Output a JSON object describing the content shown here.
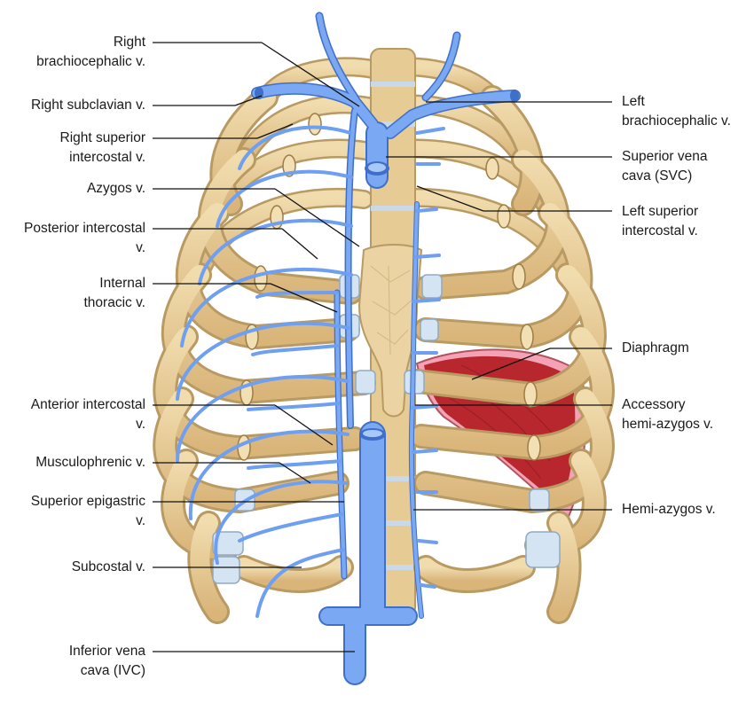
{
  "labels": {
    "right_brachiocephalic": [
      "Right",
      "brachiocephalic v."
    ],
    "right_subclavian": [
      "Right subclavian v."
    ],
    "right_superior_intercostal": [
      "Right superior",
      "intercostal v."
    ],
    "azygos": [
      "Azygos v."
    ],
    "posterior_intercostal": [
      "Posterior intercostal",
      "v."
    ],
    "internal_thoracic": [
      "Internal",
      "thoracic v."
    ],
    "anterior_intercostal": [
      "Anterior intercostal",
      "v."
    ],
    "musculophrenic": [
      "Musculophrenic v."
    ],
    "superior_epigastric": [
      "Superior epigastric",
      "v."
    ],
    "subcostal": [
      "Subcostal v."
    ],
    "inferior_vena_cava": [
      "Inferior vena",
      "cava (IVC)"
    ],
    "left_brachiocephalic": [
      "Left",
      "brachiocephalic v."
    ],
    "superior_vena_cava": [
      "Superior vena",
      "cava (SVC)"
    ],
    "left_superior_intercostal": [
      "Left superior",
      "intercostal v."
    ],
    "diaphragm": [
      "Diaphragm"
    ],
    "accessory_hemiazygos": [
      "Accessory",
      "hemi-azygos v."
    ],
    "hemiazygos": [
      "Hemi-azygos v."
    ]
  },
  "colors": {
    "bone": "#e8cd98",
    "bone_outline": "#b89a62",
    "vein": "#6f9ff0",
    "vein_outline": "#3f6fc8",
    "cartilage": "#cfe0ef",
    "muscle": "#c0282e",
    "leader": "#111111"
  }
}
